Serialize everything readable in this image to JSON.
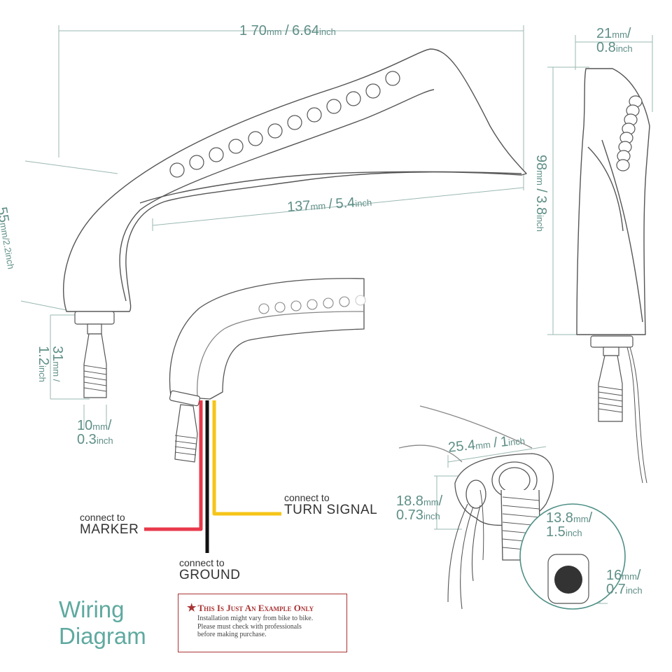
{
  "dimensions": {
    "overall_length": {
      "value": "1 70",
      "unit": "mm",
      "sep": "/",
      "alt": "6.64",
      "alt_unit": "inch"
    },
    "inner_length": {
      "value": "137",
      "unit": "mm",
      "sep": "/",
      "alt": "5.4",
      "alt_unit": "inch"
    },
    "height": {
      "value": "55",
      "unit": "mm",
      "sep": "/",
      "alt": "2.2",
      "alt_unit": "inch"
    },
    "stem_length": {
      "value": "31",
      "unit": "mm /",
      "alt": "1.2",
      "alt_unit": "inch"
    },
    "stem_width": {
      "value": "10",
      "unit": "mm",
      "sep": "/",
      "alt": "0.3",
      "alt_unit": "inch"
    },
    "side_width": {
      "value": "21",
      "unit": "mm",
      "sep": "/",
      "alt": "0.8",
      "alt_unit": "inch"
    },
    "side_height": {
      "value": "98",
      "unit": "mm",
      "sep": "/",
      "alt": "3.8",
      "alt_unit": "inch"
    },
    "base_width": {
      "value": "25.4",
      "unit": "mm",
      "sep": "/",
      "alt": "1",
      "alt_unit": "inch"
    },
    "base_height": {
      "value": "18.8",
      "unit": "mm",
      "sep": "/",
      "alt": "0.73",
      "alt_unit": "inch"
    },
    "hole_diameter": {
      "value": "13.8",
      "unit": "mm",
      "sep": "/",
      "alt": "1.5",
      "alt_unit": "inch"
    },
    "bolt_width": {
      "value": "16",
      "unit": "mm",
      "sep": "/",
      "alt": "0.7",
      "alt_unit": "inch"
    }
  },
  "wires": {
    "marker": {
      "line1": "connect to",
      "line2": "MARKER",
      "color": "#e8394a"
    },
    "ground": {
      "line1": "connect to",
      "line2": "GROUND",
      "color": "#111111"
    },
    "turn": {
      "line1": "connect to",
      "line2": "TURN SIGNAL",
      "color": "#f5c518"
    }
  },
  "title": {
    "line1": "Wiring",
    "line2": "Diagram",
    "color": "#5fa9a0"
  },
  "notice": {
    "star": "★",
    "heading": "This Is Just An Example Only",
    "line1": "Installation might vary from bike to bike.",
    "line2": "Please must check with professionals",
    "line3": "before making purchase.",
    "color": "#aa3333"
  },
  "colors": {
    "dimension": "#5f8f87",
    "outline": "#555555",
    "dimension_line": "#9ab8b2"
  }
}
